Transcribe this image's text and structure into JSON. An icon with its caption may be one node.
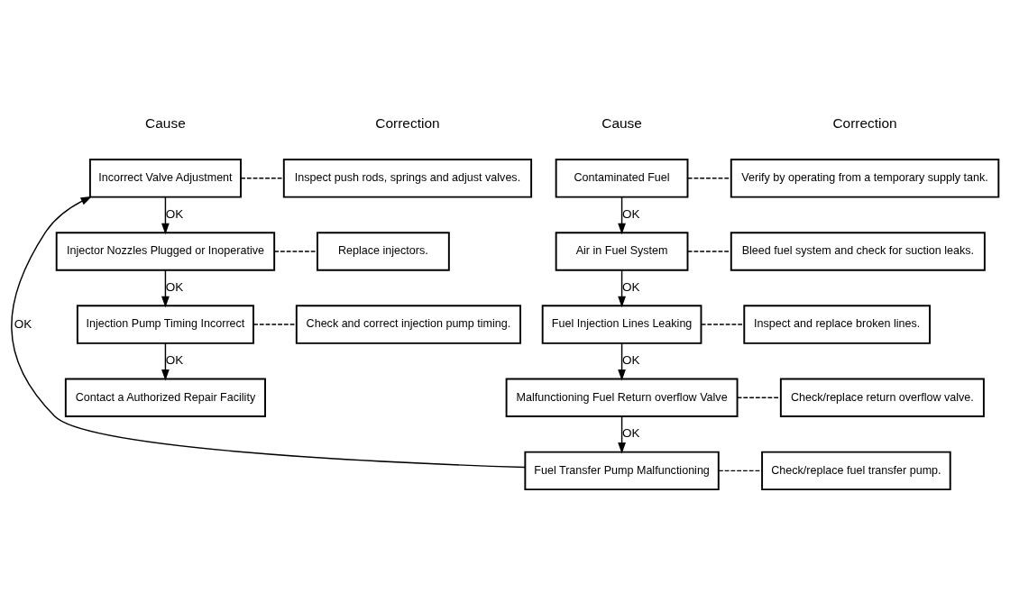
{
  "diagram": {
    "nodes": [
      {
        "text": [
          "Contaminated Fuel"
        ]
      },
      {
        "text": [
          "Verify by operating from a temporary supply tank."
        ]
      },
      {
        "text": [
          "Air in Fuel System"
        ]
      },
      {
        "text": [
          "Bleed fuel system and check for suction leaks."
        ]
      },
      {
        "text": [
          "Fuel Injection Lines Leaking"
        ]
      },
      {
        "text": [
          "Inspect and replace broken lines."
        ]
      },
      {
        "text": [
          "Malfunctioning Fuel Return overflow Valve"
        ]
      },
      {
        "text": [
          "Check/replace return overflow valve."
        ]
      },
      {
        "text": [
          "Fuel Transfer Pump Malfunctioning"
        ]
      },
      {
        "text": [
          "Check/replace fuel transfer pump."
        ]
      },
      {
        "text": [
          "Incorrect Valve Adjustment"
        ]
      },
      {
        "text": [
          "Inspect push rods, springs and adjust valves."
        ]
      },
      {
        "text": [
          "Injector Nozzles Plugged or Inoperative"
        ]
      },
      {
        "text": [
          "Replace injectors."
        ]
      },
      {
        "text": [
          "Injection Pump Timing Incorrect"
        ]
      },
      {
        "text": [
          "Check and correct injection pump timing."
        ]
      },
      {
        "text": [
          "Contact a Authorized Repair Facility"
        ]
      }
    ],
    "edges": [
      {
        "from": 0,
        "to": 1,
        "arrow": "none",
        "style": "dashed"
      },
      {
        "from": 0,
        "to": 2,
        "arrow": "to",
        "label": "OK"
      },
      {
        "from": 2,
        "to": 3,
        "arrow": "none",
        "style": "dashed"
      },
      {
        "from": 2,
        "to": 4,
        "arrow": "to",
        "label": "OK"
      },
      {
        "from": 4,
        "to": 5,
        "arrow": "none",
        "style": "dashed"
      },
      {
        "from": 4,
        "to": 6,
        "arrow": "to",
        "label": "OK"
      },
      {
        "from": 6,
        "to": 7,
        "arrow": "none",
        "style": "dashed"
      },
      {
        "from": 6,
        "to": 8,
        "arrow": "to",
        "label": "OK"
      },
      {
        "from": 8,
        "to": 9,
        "arrow": "none",
        "style": "dashed"
      },
      {
        "from": 8,
        "to": 10,
        "arrow": "to",
        "label": "OK"
      },
      {
        "from": 10,
        "to": 11,
        "arrow": "none",
        "style": "dashed"
      },
      {
        "from": 10,
        "to": 12,
        "arrow": "to",
        "label": "OK"
      },
      {
        "from": 12,
        "to": 13,
        "arrow": "none",
        "style": "dashed"
      },
      {
        "from": 12,
        "to": 14,
        "arrow": "to",
        "label": "OK"
      },
      {
        "from": 14,
        "to": 15,
        "arrow": "none",
        "style": "dashed"
      },
      {
        "from": 14,
        "to": 16,
        "arrow": "to",
        "label": "OK"
      }
    ],
    "labels": [
      "Cause",
      "Correction",
      "Cause",
      "Correction"
    ]
  }
}
